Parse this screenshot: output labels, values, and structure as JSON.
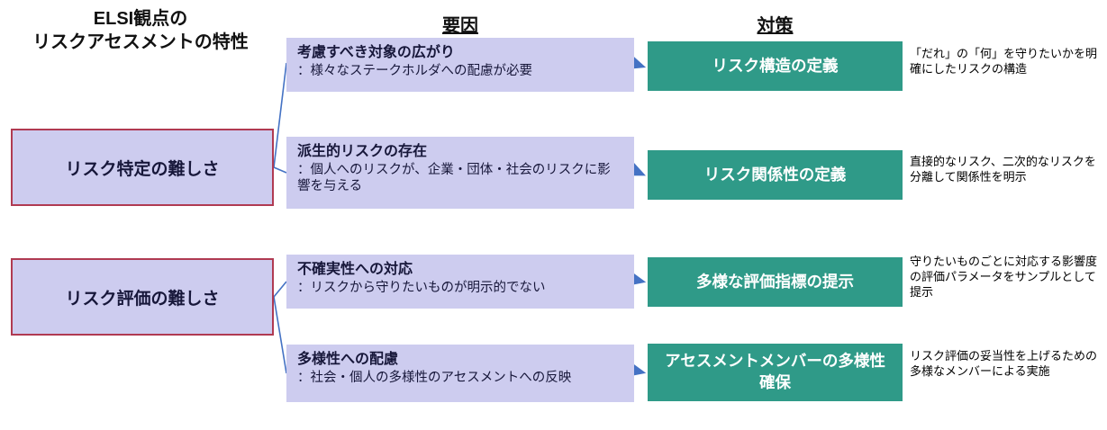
{
  "title": {
    "line1": "ELSI観点の",
    "line2": "リスクアセスメントの特性"
  },
  "headers": {
    "factors": "要因",
    "measures": "対策"
  },
  "left_boxes": [
    {
      "label": "リスク特定の難しさ"
    },
    {
      "label": "リスク評価の難しさ"
    }
  ],
  "factors": [
    {
      "title": "考慮すべき対象の広がり",
      "desc": "：様々なステークホルダへの配慮が必要"
    },
    {
      "title": "派生的リスクの存在",
      "desc": "：個人へのリスクが、企業・団体・社会のリスクに影響を与える"
    },
    {
      "title": "不確実性への対応",
      "desc": "：リスクから守りたいものが明示的でない"
    },
    {
      "title": "多様性への配慮",
      "desc": "：社会・個人の多様性のアセスメントへの反映"
    }
  ],
  "measures": [
    {
      "label": "リスク構造の定義",
      "note": "「だれ」の「何」を守りたいかを明確にしたリスクの構造"
    },
    {
      "label": "リスク関係性の定義",
      "note": "直接的なリスク、二次的なリスクを分離して関係性を明示"
    },
    {
      "label": "多様な評価指標の提示",
      "note": "守りたいものごとに対応する影響度の評価パラメータをサンプルとして提示"
    },
    {
      "label": "アセスメントメンバーの多様性確保",
      "note": "リスク評価の妥当性を上げるための多様なメンバーによる実施"
    }
  ],
  "colors": {
    "box_lavender": "#cdccef",
    "box_teal": "#2f9a88",
    "left_box_border_red": "#b03a52",
    "connector_blue": "#4472C4",
    "text_dark": "#17173a"
  }
}
